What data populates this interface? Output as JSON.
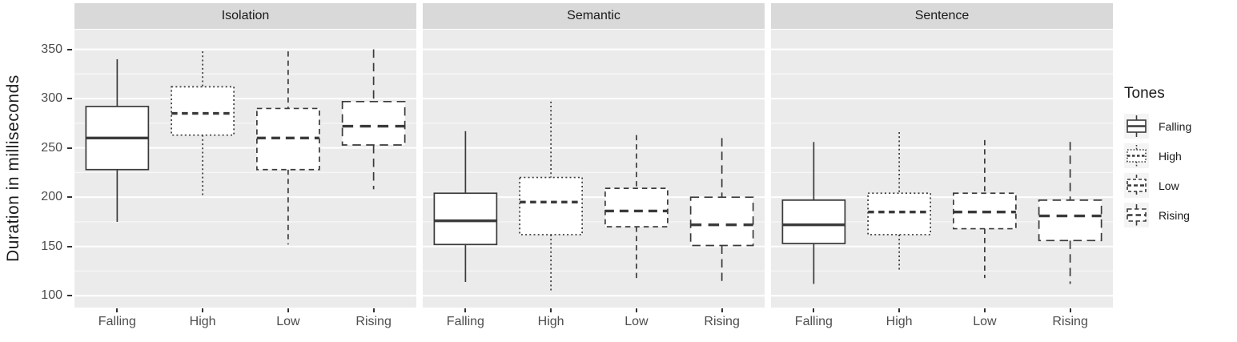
{
  "chart_data": {
    "type": "boxplot",
    "title": "",
    "xlabel": "",
    "ylabel": "Duration in milliseconds",
    "categories": [
      "Falling",
      "High",
      "Low",
      "Rising"
    ],
    "y_ticks": [
      100,
      150,
      200,
      250,
      300,
      350
    ],
    "ylim": [
      88,
      370
    ],
    "grid": "on",
    "legend_position": "right",
    "linetypes": {
      "Falling": "solid",
      "High": "dotted",
      "Low": "dashed",
      "Rising": "longdash"
    },
    "facets": [
      {
        "label": "Isolation",
        "boxes": [
          {
            "tone": "Falling",
            "min": 175,
            "q1": 228,
            "median": 260,
            "q3": 292,
            "max": 340
          },
          {
            "tone": "High",
            "min": 200,
            "q1": 263,
            "median": 285,
            "q3": 312,
            "max": 348
          },
          {
            "tone": "Low",
            "min": 152,
            "q1": 228,
            "median": 260,
            "q3": 290,
            "max": 348
          },
          {
            "tone": "Rising",
            "min": 208,
            "q1": 253,
            "median": 272,
            "q3": 297,
            "max": 350
          }
        ]
      },
      {
        "label": "Semantic",
        "boxes": [
          {
            "tone": "Falling",
            "min": 114,
            "q1": 152,
            "median": 176,
            "q3": 204,
            "max": 267
          },
          {
            "tone": "High",
            "min": 105,
            "q1": 162,
            "median": 195,
            "q3": 220,
            "max": 297
          },
          {
            "tone": "Low",
            "min": 114,
            "q1": 170,
            "median": 186,
            "q3": 209,
            "max": 263
          },
          {
            "tone": "Rising",
            "min": 115,
            "q1": 151,
            "median": 172,
            "q3": 200,
            "max": 260
          }
        ]
      },
      {
        "label": "Sentence",
        "boxes": [
          {
            "tone": "Falling",
            "min": 112,
            "q1": 153,
            "median": 172,
            "q3": 197,
            "max": 256
          },
          {
            "tone": "High",
            "min": 124,
            "q1": 162,
            "median": 185,
            "q3": 204,
            "max": 266
          },
          {
            "tone": "Low",
            "min": 118,
            "q1": 168,
            "median": 185,
            "q3": 204,
            "max": 258
          },
          {
            "tone": "Rising",
            "min": 112,
            "q1": 156,
            "median": 181,
            "q3": 197,
            "max": 256
          }
        ]
      }
    ]
  },
  "legend": {
    "title": "Tones",
    "entries": [
      "Falling",
      "High",
      "Low",
      "Rising"
    ]
  },
  "colors": {
    "figure_bg": "#ffffff",
    "panel_bg": "#ebebeb",
    "strip_bg": "#d9d9d9",
    "grid_major": "#ffffff",
    "grid_minor": "#f7f7f7",
    "box_stroke": "#3a3a3a",
    "box_fill": "#ffffff",
    "axis_text": "#4d4d4d",
    "strip_text": "#1a1a1a"
  }
}
